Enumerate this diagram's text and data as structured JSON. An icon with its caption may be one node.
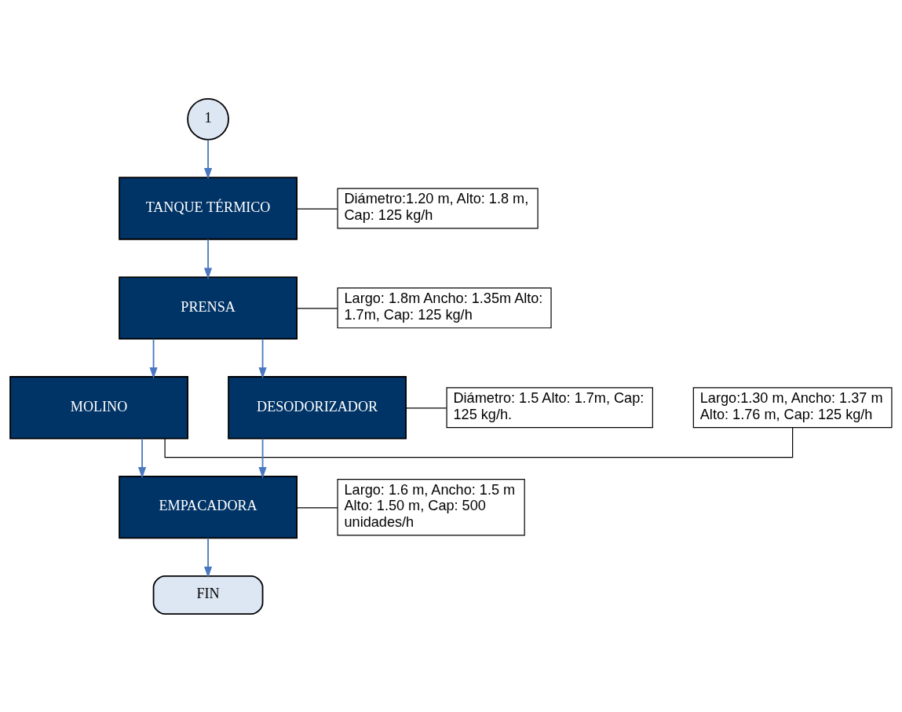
{
  "diagram": {
    "nodes": [
      {
        "text": [
          "1"
        ]
      },
      {
        "text": [
          "TANQUE TÉRMICO"
        ]
      },
      {
        "text": [
          "Diámetro:1.20 m, Alto: 1.8 m, Cap: 125 kg/h"
        ]
      },
      {
        "text": [
          "PRENSA"
        ]
      },
      {
        "text": [
          "Largo: 1.8m Ancho: 1.35m Alto: 1.7m, Cap: 125 kg/h"
        ]
      },
      {
        "text": [
          "Largo:1.30 m, Ancho: 1.37 m Alto: 1.76 m, Cap: 125 kg/h"
        ]
      },
      {
        "text": [
          "MOLINO"
        ]
      },
      {
        "text": [
          "DESODORIZADOR"
        ]
      },
      {
        "text": [
          "Diámetro: 1.5 Alto: 1.7m, Cap: 125 kg/h."
        ]
      },
      {
        "text": [
          "Largo: 1.6 m, Ancho: 1.5 m Alto: 1.50 m, Cap: 500 unidades/h"
        ]
      },
      {
        "text": [
          "EMPACADORA"
        ]
      },
      {
        "text": [
          "FIN"
        ]
      }
    ],
    "edges": [
      {
        "from": 0,
        "to": 1,
        "arrow": "to"
      },
      {
        "from": 1,
        "to": 2,
        "arrow": "none",
        "color": "#000000"
      },
      {
        "from": 1,
        "to": 3,
        "arrow": "to"
      },
      {
        "from": 3,
        "to": 4,
        "arrow": "none",
        "color": "#000000"
      },
      {
        "from": 3,
        "to": 6,
        "arrow": "to"
      },
      {
        "from": 3,
        "to": 7,
        "arrow": "to"
      },
      {
        "from": 5,
        "to": 6,
        "arrow": "none",
        "color": "#000000"
      },
      {
        "from": 7,
        "to": 8,
        "arrow": "none",
        "color": "#000000"
      },
      {
        "from": 6,
        "to": 10,
        "arrow": "to"
      },
      {
        "from": 7,
        "to": 10,
        "arrow": "to"
      },
      {
        "from": 9,
        "to": 10,
        "arrow": "none",
        "color": "#000000"
      },
      {
        "from": 10,
        "to": 11,
        "arrow": "to"
      }
    ]
  }
}
